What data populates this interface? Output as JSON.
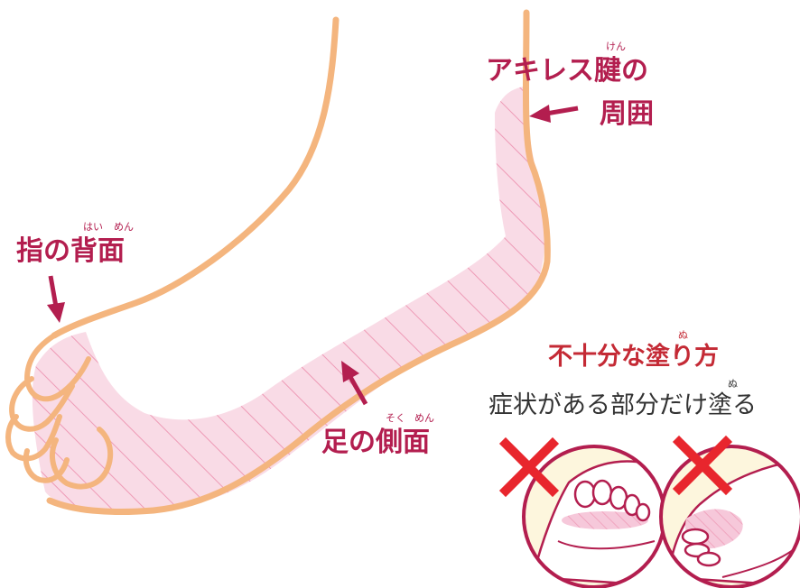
{
  "labels": {
    "achilles_line1": "アキレス腱の",
    "achilles_line2": "周囲",
    "achilles_ruby": "けん",
    "toe_back": "指の背面",
    "toe_back_ruby_1": "はい",
    "toe_back_ruby_2": "めん",
    "foot_side": "足の側面",
    "foot_side_ruby_1": "そく",
    "foot_side_ruby_2": "めん"
  },
  "warning": {
    "title": "不十分な塗り方",
    "title_ruby": "ぬ",
    "subtitle": "症状がある部分だけ塗る",
    "subtitle_ruby": "ぬ"
  },
  "colors": {
    "foot_outline": "#f4b57e",
    "hatch_fill": "#f9dbe6",
    "hatch_line": "#ee9ab6",
    "label_text": "#b31e4f",
    "arrow": "#b31e4f",
    "warning_title": "#c42a35",
    "cross_mark": "#e8262d",
    "circle_bg": "#fdf6dd",
    "circle_ring": "#b31e4f"
  },
  "icons": {
    "cross_left": "cross-mark-icon",
    "cross_right": "cross-mark-icon"
  }
}
